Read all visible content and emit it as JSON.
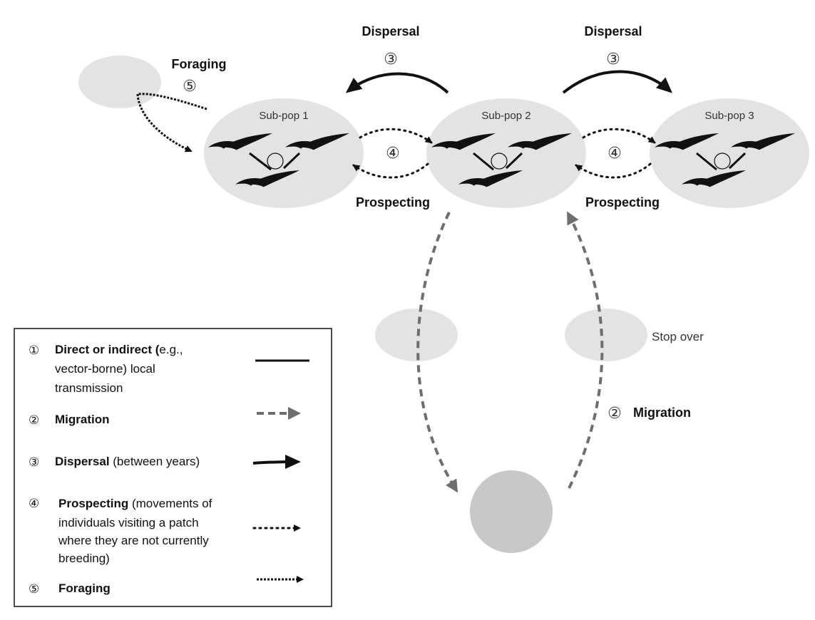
{
  "labels": {
    "dispersal_left": "Dispersal",
    "dispersal_right": "Dispersal",
    "foraging": "Foraging",
    "prospecting_left": "Prospecting",
    "prospecting_right": "Prospecting",
    "migration": "Migration",
    "stop_over": "Stop over",
    "subpop1": "Sub-pop 1",
    "subpop2": "Sub-pop 2",
    "subpop3": "Sub-pop 3"
  },
  "markers": {
    "one": "①",
    "two": "②",
    "three": "③",
    "four": "④",
    "five": "⑤"
  },
  "legend": {
    "item1": {
      "marker": "①",
      "bold": "Direct or indirect (",
      "rest": "e.g.,",
      "line2": "vector-borne) local",
      "line3": "transmission"
    },
    "item2": {
      "marker": "②",
      "bold": "Migration"
    },
    "item3": {
      "marker": "③",
      "bold": "Dispersal",
      "rest": " (between years)"
    },
    "item4": {
      "marker": "④",
      "bold": "Prospecting",
      "rest": " (movements of",
      "line2": "individuals visiting a patch",
      "line3": "where they are not currently",
      "line4": "breeding)"
    },
    "item5": {
      "marker": "⑤",
      "bold": "Foraging"
    }
  },
  "colors": {
    "patch": "#e3e3e3",
    "wintering": "#c8c8c8",
    "migration_arrow": "#6e6e6e",
    "ink": "#111111"
  }
}
